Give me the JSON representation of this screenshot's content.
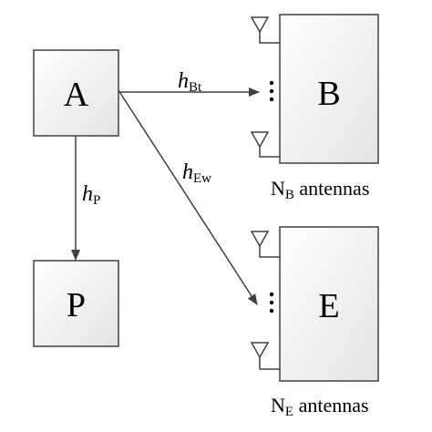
{
  "nodes": {
    "a": {
      "label": "A"
    },
    "p": {
      "label": "P"
    },
    "b": {
      "label": "B",
      "antennas_main": "N",
      "antennas_sub": "B",
      "antennas_suffix": " antennas"
    },
    "e": {
      "label": "E",
      "antennas_main": "N",
      "antennas_sub": "E",
      "antennas_suffix": " antennas"
    }
  },
  "edges": {
    "a_b": {
      "main": "h",
      "sub": "Bt"
    },
    "a_e": {
      "main": "h",
      "sub": "Ew"
    },
    "a_p": {
      "main": "h",
      "sub": "P"
    }
  },
  "colors": {
    "box_fill_light": "#ffffff",
    "box_fill_dark": "#e4e4e4",
    "stroke": "#404040"
  }
}
